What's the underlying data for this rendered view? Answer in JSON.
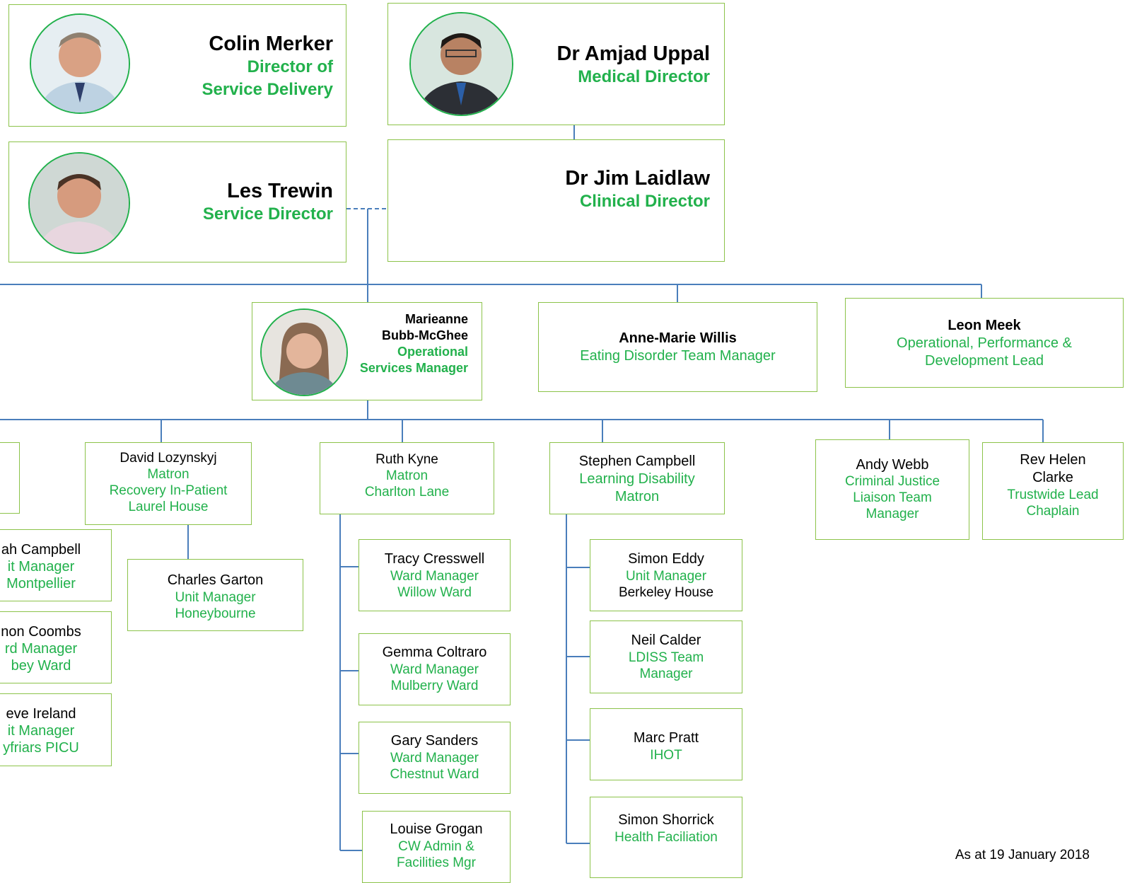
{
  "footer": "As at 19 January 2018",
  "executives": {
    "colin": {
      "name": "Colin Merker",
      "role_line1": "Director of",
      "role_line2": "Service Delivery"
    },
    "amjad": {
      "name": "Dr Amjad Uppal",
      "role": "Medical Director"
    },
    "les": {
      "name": "Les Trewin",
      "role": "Service Director"
    },
    "jim": {
      "name": "Dr Jim Laidlaw",
      "role": "Clinical Director"
    }
  },
  "managers": {
    "marieanne": {
      "name_line1": "Marieanne",
      "name_line2": "Bubb-McGhee",
      "role_line1": "Operational",
      "role_line2": "Services Manager"
    },
    "annemarie": {
      "name": "Anne-Marie Willis",
      "role": "Eating Disorder Team Manager"
    },
    "leon": {
      "name": "Leon Meek",
      "role_line1": "Operational, Performance &",
      "role_line2": "Development Lead"
    }
  },
  "staff": {
    "david": {
      "name": "David Lozynskyj",
      "l1": "Matron",
      "l2": "Recovery In-Patient",
      "l3": "Laurel House"
    },
    "ruth": {
      "name": "Ruth Kyne",
      "l1": "Matron",
      "l2": "Charlton Lane"
    },
    "stephen": {
      "name": "Stephen Campbell",
      "l1": "Learning Disability",
      "l2": "Matron"
    },
    "andy": {
      "name": "Andy Webb",
      "l1": "Criminal Justice",
      "l2": "Liaison Team",
      "l3": "Manager"
    },
    "helen": {
      "name_line1": "Rev Helen",
      "name_line2": "Clarke",
      "l1": "Trustwide Lead",
      "l2": "Chaplain"
    },
    "campbell": {
      "name": "ah Campbell",
      "l1": "it Manager",
      "l2": "Montpellier"
    },
    "coombs": {
      "name": "non Coombs",
      "l1": "rd Manager",
      "l2": "bey Ward"
    },
    "ireland": {
      "name": "eve Ireland",
      "l1": "it Manager",
      "l2": "yfriars PICU"
    },
    "charles": {
      "name": "Charles Garton",
      "l1": "Unit Manager",
      "l2": "Honeybourne"
    },
    "tracy": {
      "name": "Tracy Cresswell",
      "l1": "Ward Manager",
      "l2": "Willow Ward"
    },
    "gemma": {
      "name": "Gemma Coltraro",
      "l1": "Ward Manager",
      "l2": "Mulberry Ward"
    },
    "gary": {
      "name": "Gary Sanders",
      "l1": "Ward Manager",
      "l2": "Chestnut Ward"
    },
    "louise": {
      "name": "Louise Grogan",
      "l1": "CW Admin &",
      "l2": "Facilities Mgr"
    },
    "simone": {
      "name": "Simon Eddy",
      "l1": "Unit Manager",
      "l2": "Berkeley House"
    },
    "neil": {
      "name": "Neil Calder",
      "l1": "LDISS Team",
      "l2": "Manager"
    },
    "marc": {
      "name": "Marc Pratt",
      "l1": "IHOT"
    },
    "simons": {
      "name": "Simon Shorrick",
      "l1": "Health Faciliation"
    }
  },
  "colors": {
    "accent_green": "#22b14c",
    "border_green": "#8cc34a",
    "line_blue": "#4a7ebb"
  }
}
